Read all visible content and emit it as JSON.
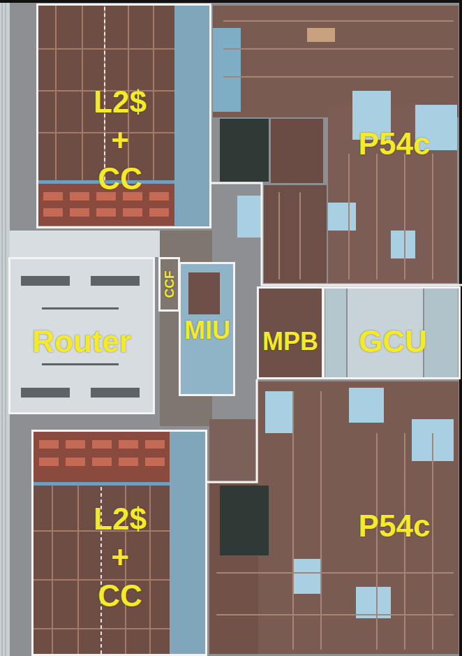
{
  "diagram": {
    "nodes": [
      {
        "text": [
          "L2$ + CC"
        ]
      },
      {
        "text": [
          "P54c"
        ]
      },
      {
        "text": [
          "Router"
        ]
      },
      {
        "text": [
          "CCF"
        ]
      },
      {
        "text": [
          "MIU"
        ]
      },
      {
        "text": [
          "MPB"
        ]
      },
      {
        "text": [
          "GCU"
        ]
      },
      {
        "text": [
          "L2$ + CC"
        ]
      },
      {
        "text": [
          "P54c"
        ]
      }
    ]
  }
}
